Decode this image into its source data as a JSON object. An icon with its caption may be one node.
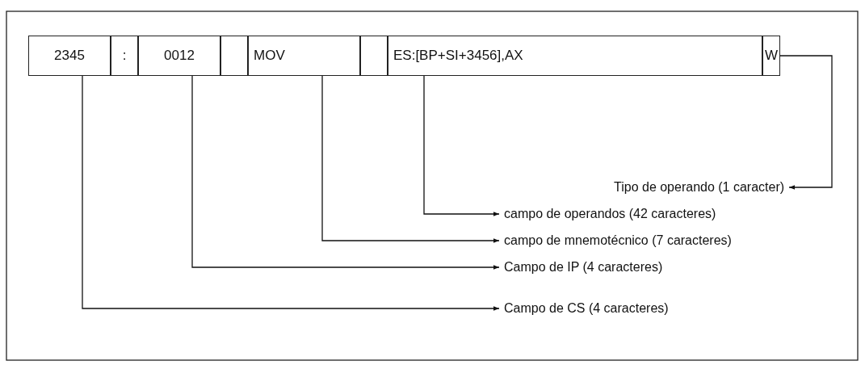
{
  "diagram": {
    "nodes": [
      {
        "text": [
          "2345"
        ]
      },
      {
        "text": [
          ":"
        ]
      },
      {
        "text": [
          "0012"
        ]
      },
      {
        "text": [],
        "shape": "box"
      },
      {
        "text": [
          "MOV"
        ]
      },
      {
        "text": [],
        "shape": "box"
      },
      {
        "text": [
          "ES:[BP+SI+3456],AX"
        ]
      },
      {
        "text": [
          "W"
        ]
      },
      {
        "text": [
          "Tipo de operando (1 caracter)"
        ]
      },
      {
        "text": [
          "campo de operandos (42 caracteres)"
        ]
      },
      {
        "text": [
          "campo de mnemotécnico (7 caracteres)"
        ]
      },
      {
        "text": [
          "Campo de IP (4 caracteres)"
        ]
      },
      {
        "text": [
          "Campo de CS (4 caracteres)"
        ]
      }
    ],
    "edges": [
      {
        "from": 7,
        "to": 8,
        "arrow": "to"
      },
      {
        "from": 6,
        "to": 9,
        "arrow": "to"
      },
      {
        "from": 4,
        "to": 10,
        "arrow": "to"
      },
      {
        "from": 2,
        "to": 11,
        "arrow": "to"
      },
      {
        "from": 0,
        "to": 12,
        "arrow": "to"
      }
    ]
  }
}
